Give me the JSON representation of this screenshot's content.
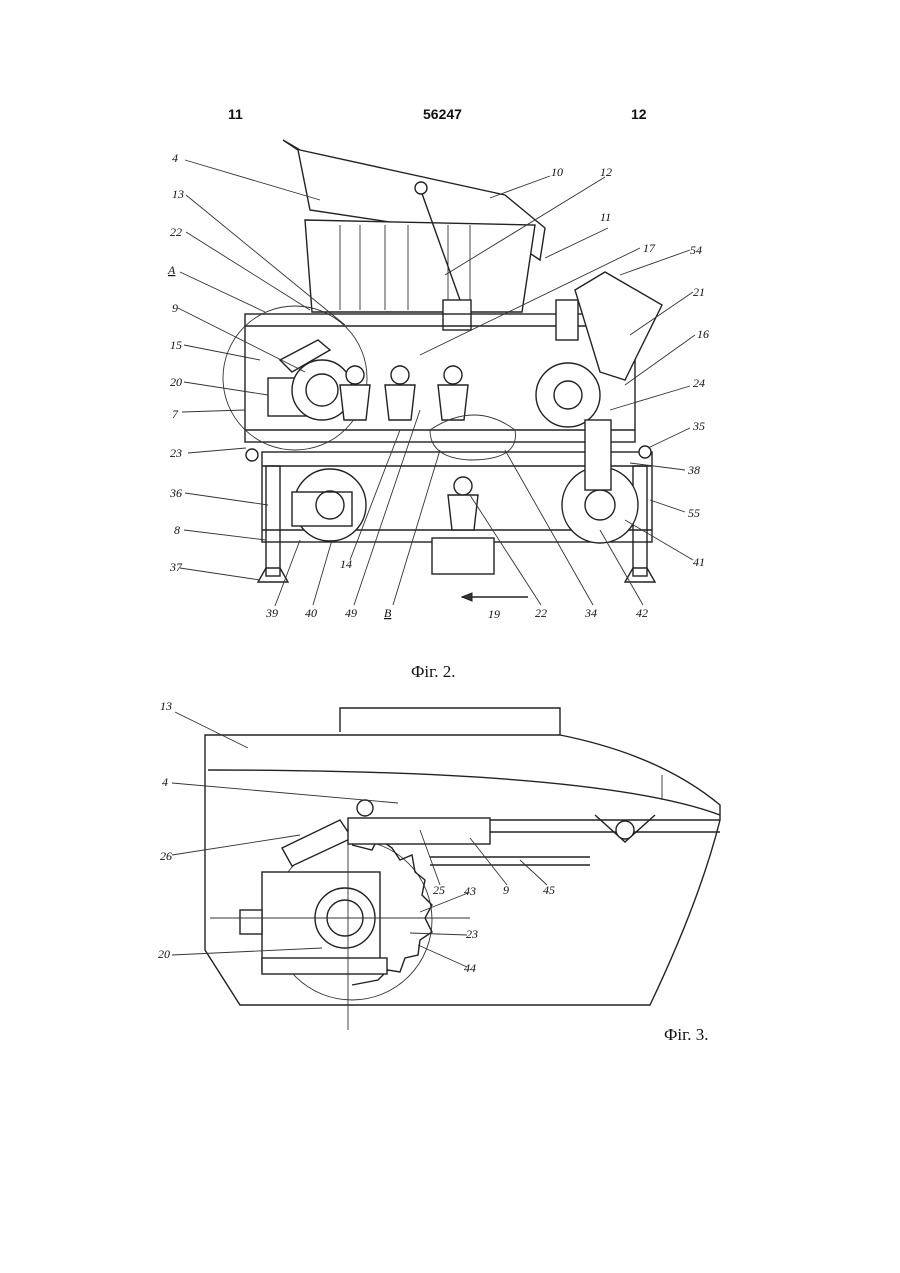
{
  "header": {
    "page_left": "11",
    "patent_number": "56247",
    "page_right": "12"
  },
  "figure2": {
    "caption": "Фіг. 2.",
    "labels": [
      "4",
      "13",
      "22",
      "A",
      "9",
      "15",
      "20",
      "7",
      "23",
      "36",
      "8",
      "37",
      "39",
      "40",
      "14",
      "49",
      "B",
      "19",
      "22",
      "34",
      "42",
      "41",
      "55",
      "38",
      "35",
      "24",
      "16",
      "21",
      "54",
      "17",
      "11",
      "12",
      "10"
    ]
  },
  "figure3": {
    "caption": "Фіг. 3.",
    "labels": [
      "13",
      "4",
      "26",
      "20",
      "25",
      "43",
      "9",
      "45",
      "23",
      "44"
    ]
  }
}
